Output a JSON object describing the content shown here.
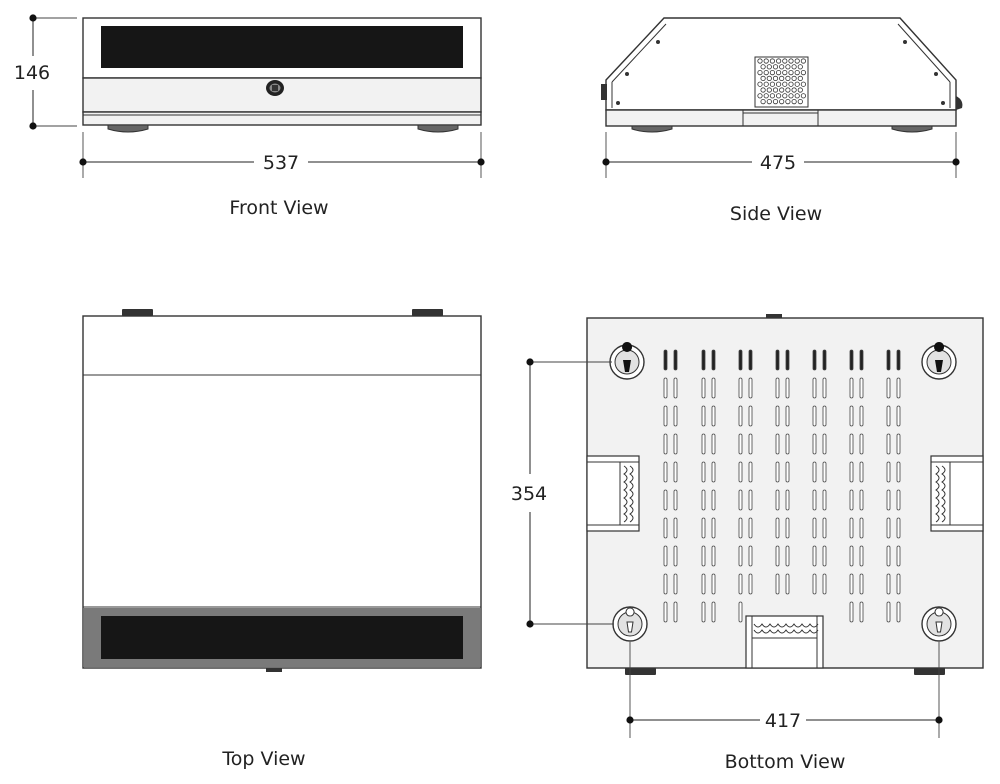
{
  "views": {
    "front": {
      "title": "Front View"
    },
    "side": {
      "title": "Side View"
    },
    "top": {
      "title": "Top View"
    },
    "bottom": {
      "title": "Bottom View"
    }
  },
  "dimensions": {
    "front_height": "146",
    "front_width": "537",
    "side_depth": "475",
    "bottom_hole_spacing_vertical": "354",
    "bottom_hole_spacing_horizontal": "417"
  },
  "colors": {
    "line": "#333333",
    "panel_fill": "#f2f2f2",
    "display_black": "#161616",
    "tray_gray": "#7a7a7a"
  }
}
